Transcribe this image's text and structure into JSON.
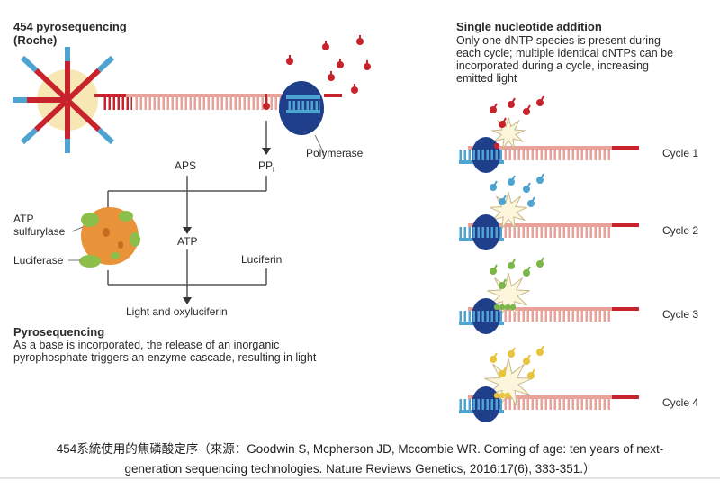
{
  "left_panel": {
    "title_line1": "454 pyrosequencing",
    "title_line2": "(Roche)",
    "labels": {
      "polymerase": "Polymerase",
      "aps": "APS",
      "ppi_main": "PP",
      "ppi_sub": "i",
      "atp_mid": "ATP",
      "atp_sulfurylase_line1": "ATP",
      "atp_sulfurylase_line2": "sulfurylase",
      "luciferase": "Luciferase",
      "luciferin": "Luciferin",
      "products": "Light and oxyluciferin"
    },
    "pyro_title": "Pyrosequencing",
    "pyro_line1": "As a base is incorporated, the release of an inorganic",
    "pyro_line2": "pyrophosphate triggers an enzyme cascade, resulting in light"
  },
  "right_panel": {
    "title": "Single nucleotide addition",
    "desc_line1": "Only one dNTP species is present during",
    "desc_line2": "each cycle; multiple identical dNTPs can be",
    "desc_line3": "incorporated during a cycle, increasing",
    "desc_line4": "emitted light",
    "cycles": [
      {
        "label": "Cycle 1",
        "color": "#c8232c"
      },
      {
        "label": "Cycle 2",
        "color": "#4fa3d1"
      },
      {
        "label": "Cycle 3",
        "color": "#7ab648"
      },
      {
        "label": "Cycle 4",
        "color": "#e8c43c"
      }
    ]
  },
  "colors": {
    "dna_backbone": "#e8a29a",
    "dna_red": "#c8232c",
    "dna_blue": "#4fa3d1",
    "polymerase": "#1f3f8a",
    "bead": "#f6e7b5",
    "enzyme": "#e8923a",
    "enzyme_green": "#8cc04a"
  },
  "caption": {
    "line1": "454系統使用的焦磷酸定序（來源：Goodwin S, Mcpherson JD, Mccombie WR. Coming of age: ten years of next-",
    "line2": "generation sequencing technologies. Nature Reviews Genetics, 2016:17(6), 333-351.）"
  }
}
